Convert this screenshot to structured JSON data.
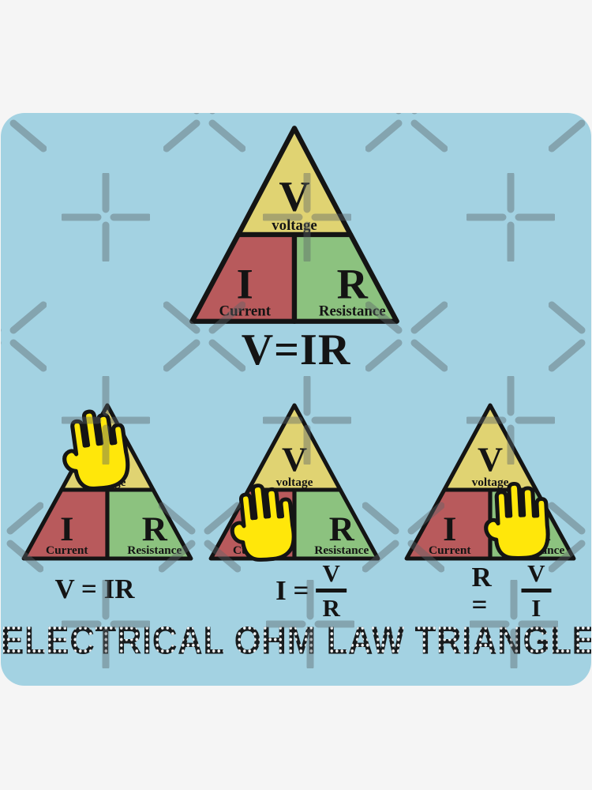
{
  "title": "ELECTRICAL OHM LAW TRIANGLE",
  "triangle": {
    "outline_color": "#141414",
    "top": {
      "letter": "V",
      "label": "voltage",
      "color": "#e0d372"
    },
    "left": {
      "letter": "I",
      "label": "Current",
      "color": "#b85a5c"
    },
    "right": {
      "letter": "R",
      "label": "Resistance",
      "color": "#8cc27f"
    }
  },
  "formulas": {
    "main": "V=IR",
    "mini1": "V = IR",
    "mini2_lhs": "I =",
    "mini2_num": "V",
    "mini2_den": "R",
    "mini3_lhs": "R =",
    "mini3_num": "V",
    "mini3_den": "I"
  },
  "hands": [
    {
      "covers": "voltage-section"
    },
    {
      "covers": "current-section"
    },
    {
      "covers": "resistance-section"
    }
  ],
  "watermark_icons": [
    "plus-icon",
    "x-icon"
  ],
  "colors": {
    "page_background": "#f5f5f5",
    "sticker_background": "#a3d2e2",
    "hand_fill": "#ffe70a",
    "hand_outline": "#141414",
    "watermark": "rgba(90,100,106,0.42)",
    "text": "#141414"
  }
}
